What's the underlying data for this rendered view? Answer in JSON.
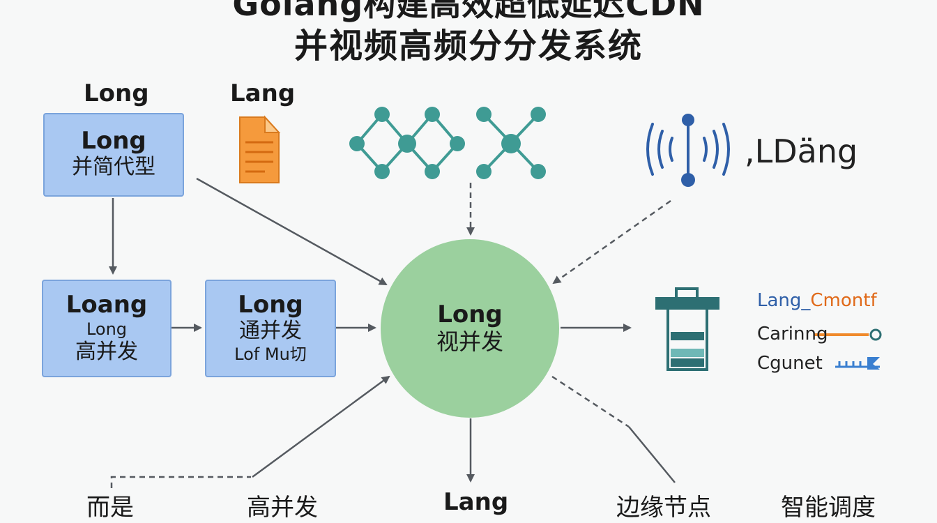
{
  "title": {
    "line1": "Golang构建高效超低延迟CDN",
    "line2": "并视频高频分分发系统"
  },
  "top_labels": {
    "left": "Long",
    "file": "Lang"
  },
  "boxes": {
    "top_left": {
      "title": "Long",
      "subtitle": "并简代型"
    },
    "mid_left": {
      "title": "Loang",
      "line2": "Long",
      "line3": "高并发"
    },
    "mid_center": {
      "title": "Long",
      "line2": "通并发",
      "line3": "Lof Mu切"
    }
  },
  "hub": {
    "title": "Long",
    "subtitle": "视并发"
  },
  "wireless_label": ",LDäng",
  "legend": {
    "row1": {
      "part1": "Lang_",
      "part2": "Cmontf"
    },
    "row2": "Carinng",
    "row3": "Cgunet"
  },
  "bottom_labels": [
    "而是",
    "高并发",
    "Lang",
    "边缘节点",
    "智能调度"
  ],
  "colors": {
    "box_fill": "#a9c8f2",
    "hub_fill": "#9bd09e",
    "node_teal": "#3f9b94",
    "file_orange": "#f59a3c",
    "wireless_blue": "#2f5fa8",
    "arrow": "#555a60"
  }
}
